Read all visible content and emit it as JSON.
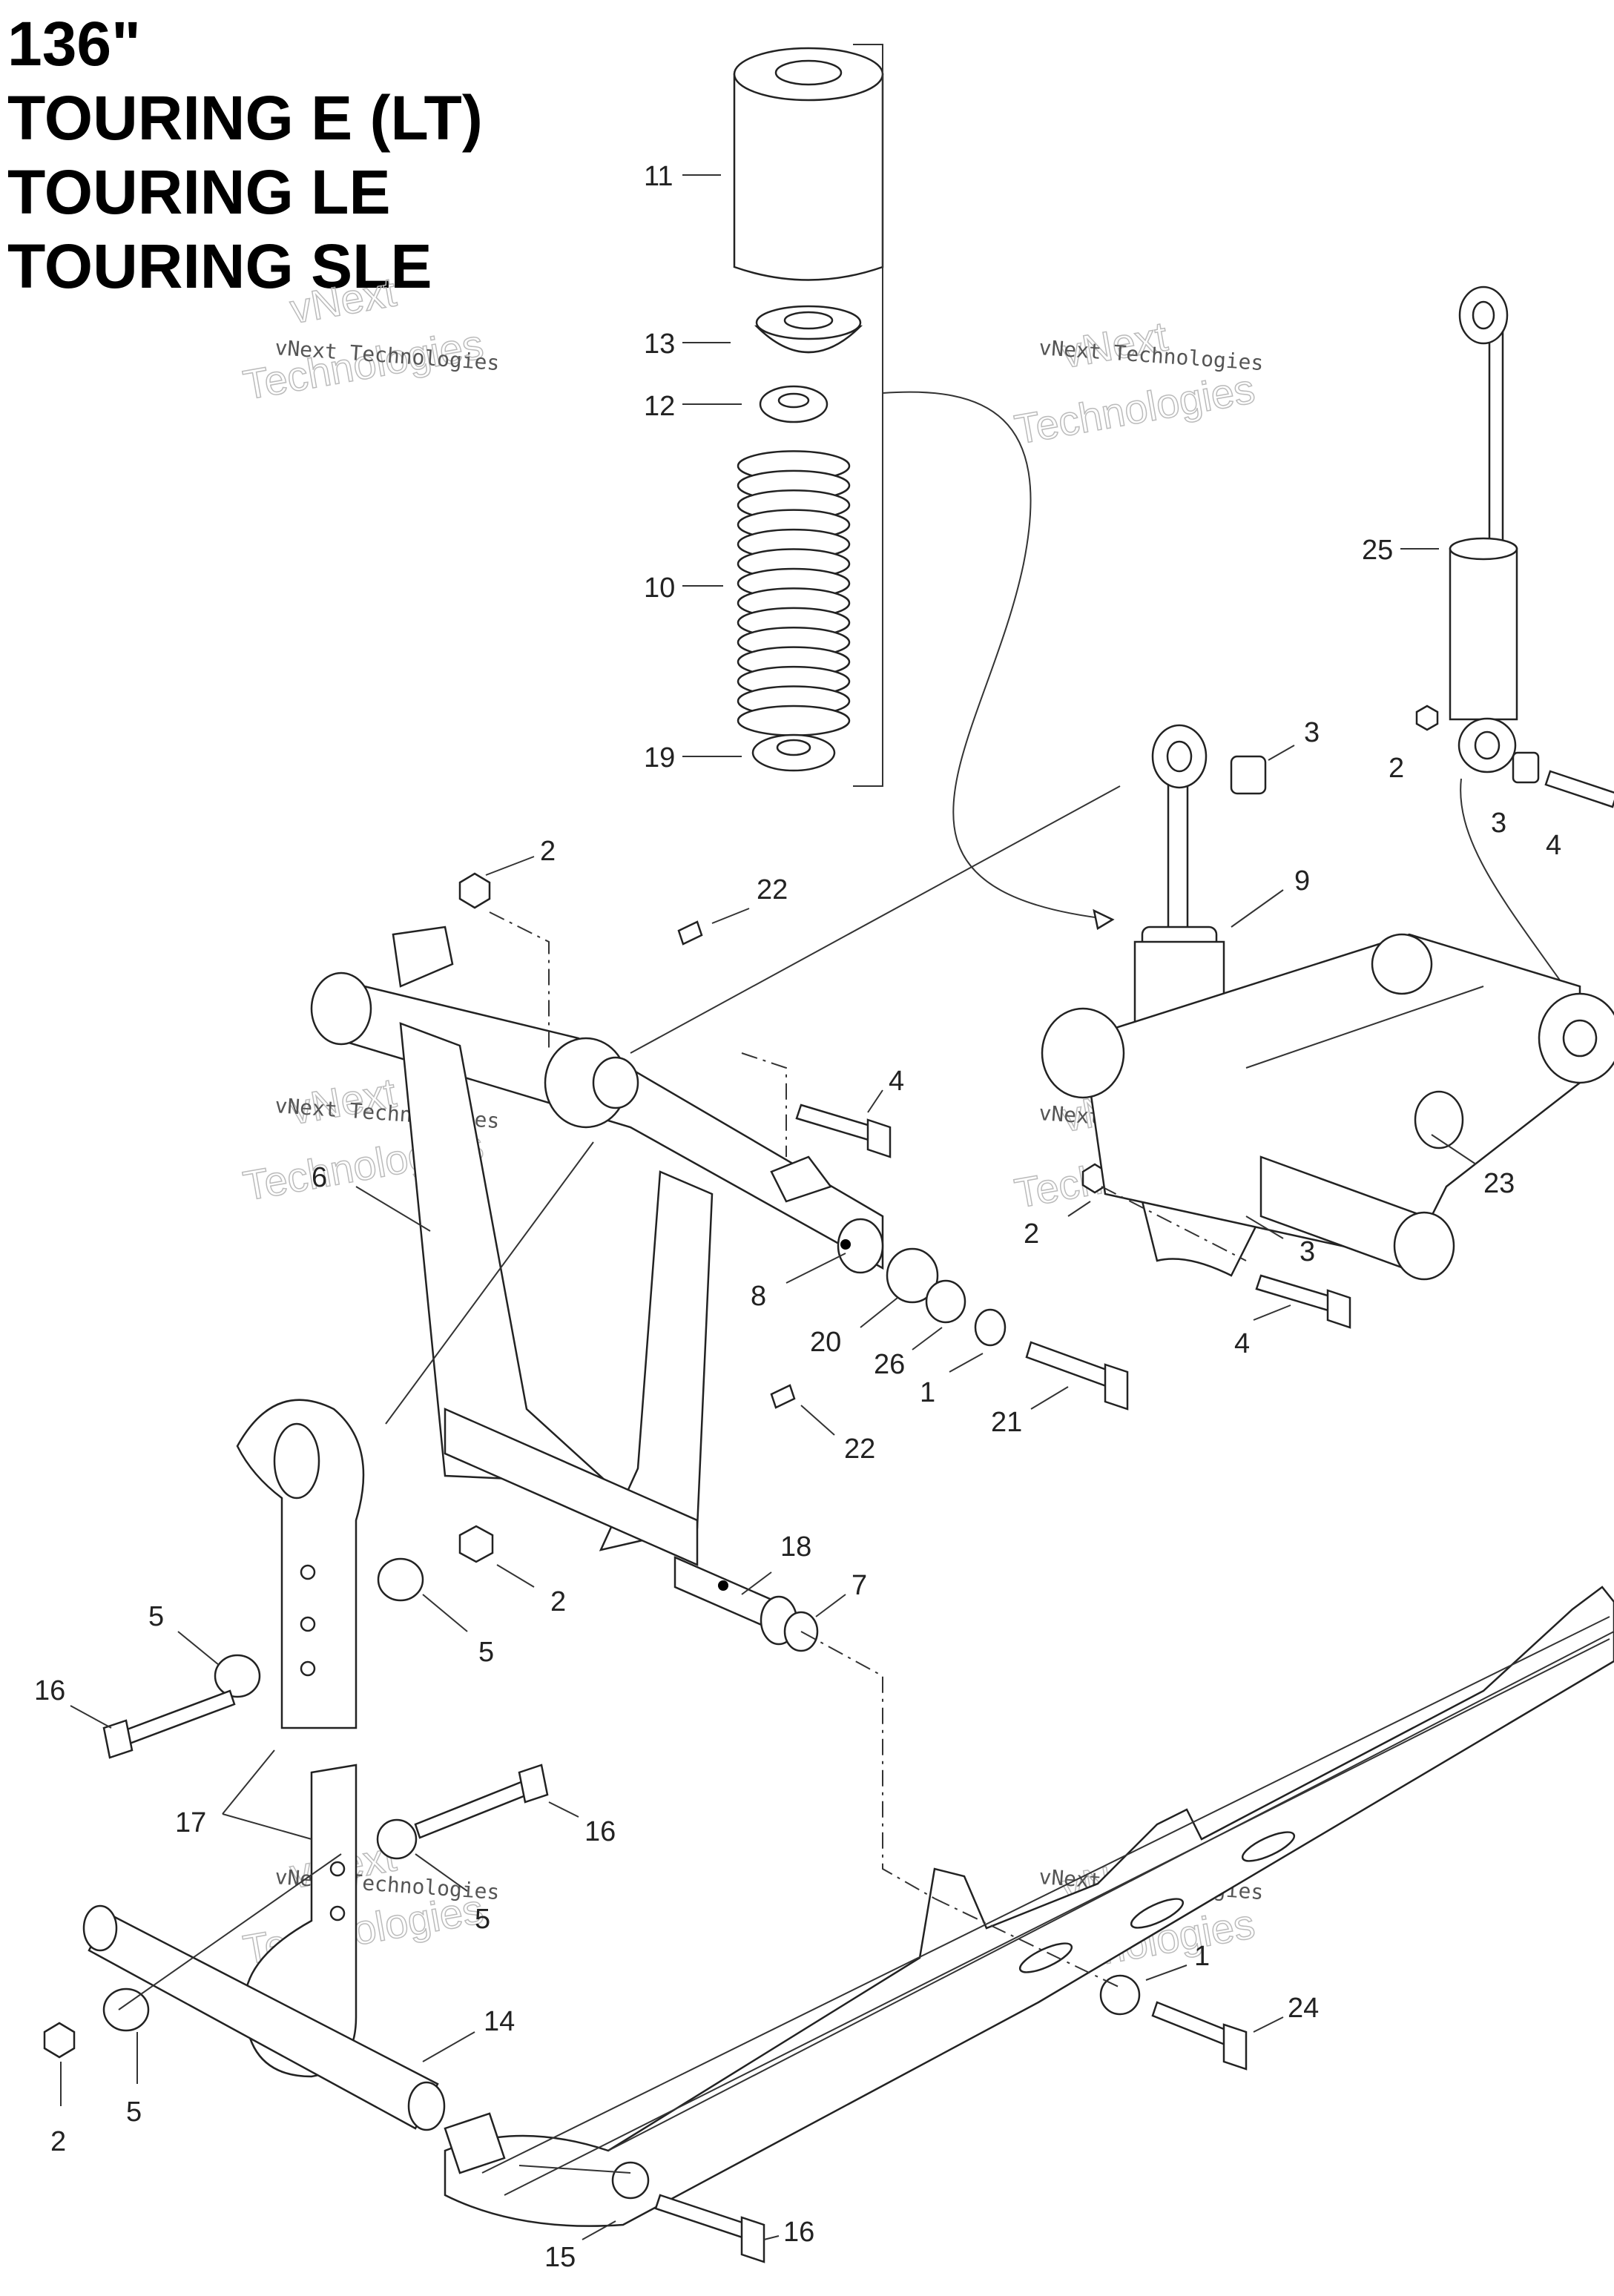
{
  "title": {
    "lines": [
      "136\"",
      "TOURING E (LT)",
      "TOURING LE",
      "TOURING SLE"
    ]
  },
  "watermark": {
    "line1": "vNext Technologies",
    "line2": "Technologies",
    "line3": "vNext"
  },
  "callouts": {
    "c11": "11",
    "c13": "13",
    "c12": "12",
    "c10": "10",
    "c19": "19",
    "c25": "25",
    "c2a": "2",
    "c3a": "3",
    "c4a": "4",
    "c3b": "3",
    "c9": "9",
    "c2b": "2",
    "c22a": "22",
    "c4b": "4",
    "c6": "6",
    "c8": "8",
    "c20": "20",
    "c26": "26",
    "c1a": "1",
    "c21": "21",
    "c22b": "22",
    "c2c": "2",
    "c3c": "3",
    "c4c": "4",
    "c23": "23",
    "c18": "18",
    "c7": "7",
    "c2d": "2",
    "c5a": "5",
    "c5b": "5",
    "c16a": "16",
    "c17": "17",
    "c16b": "16",
    "c5c": "5",
    "c14": "14",
    "c2e": "2",
    "c5d": "5",
    "c1b": "1",
    "c24": "24",
    "c15": "15",
    "c16c": "16"
  }
}
